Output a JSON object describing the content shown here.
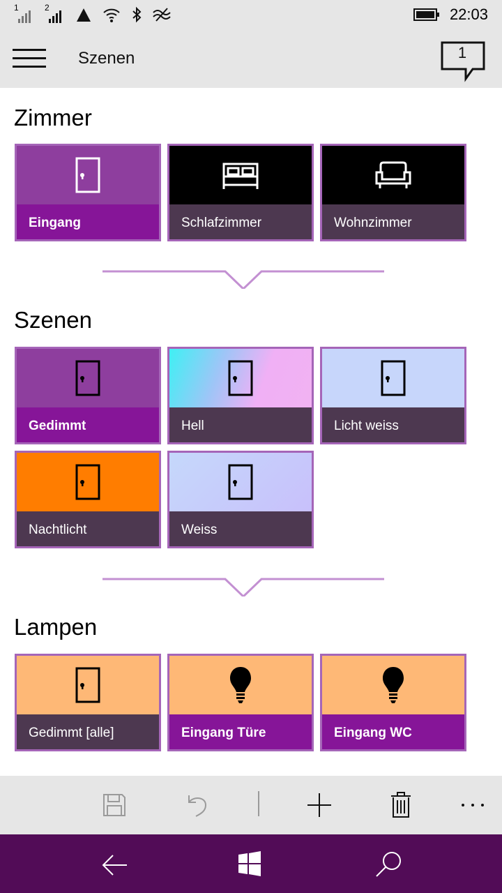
{
  "status": {
    "signal1": "1",
    "signal2": "2",
    "time": "22:03"
  },
  "appbar": {
    "title": "Szenen",
    "notification_count": "1"
  },
  "sections": [
    {
      "title": "Zimmer",
      "tiles": [
        {
          "label": "Eingang",
          "icon": "door-icon",
          "active": true,
          "bg": "#8e3e9e"
        },
        {
          "label": "Schlafzimmer",
          "icon": "bed-icon",
          "active": false,
          "bg": "#000000"
        },
        {
          "label": "Wohnzimmer",
          "icon": "sofa-icon",
          "active": false,
          "bg": "#000000"
        }
      ]
    },
    {
      "title": "Szenen",
      "tiles": [
        {
          "label": "Gedimmt",
          "icon": "door-icon",
          "active": true,
          "bg": "#8e3e9e"
        },
        {
          "label": "Hell",
          "icon": "door-icon",
          "active": false,
          "bg": "gradient"
        },
        {
          "label": "Licht weiss",
          "icon": "door-icon",
          "active": false,
          "bg": "#c7d6fb"
        },
        {
          "label": "Nachtlicht",
          "icon": "door-icon",
          "active": false,
          "bg": "#ff7d00"
        },
        {
          "label": "Weiss",
          "icon": "door-icon",
          "active": false,
          "bg": "#c5cdfb"
        }
      ]
    },
    {
      "title": "Lampen",
      "tiles": [
        {
          "label": "Gedimmt [alle]",
          "icon": "door-icon",
          "active": false,
          "bg": "#feb876"
        },
        {
          "label": "Eingang Türe",
          "icon": "bulb-icon",
          "active": true,
          "bg": "#feb876"
        },
        {
          "label": "Eingang WC",
          "icon": "bulb-icon",
          "active": true,
          "bg": "#feb876"
        }
      ]
    }
  ],
  "commandbar": {
    "icons": [
      "save-icon",
      "undo-icon",
      "add-icon",
      "delete-icon",
      "more-icon"
    ]
  },
  "navbar": {
    "icons": [
      "back-icon",
      "windows-icon",
      "search-icon"
    ]
  },
  "colors": {
    "accent": "#861598",
    "accent_light": "#8e3e9e",
    "tile_label_bg": "#4d3850",
    "tile_border": "#a565b8",
    "navbar": "#520c57",
    "chrome": "#e6e6e6"
  }
}
